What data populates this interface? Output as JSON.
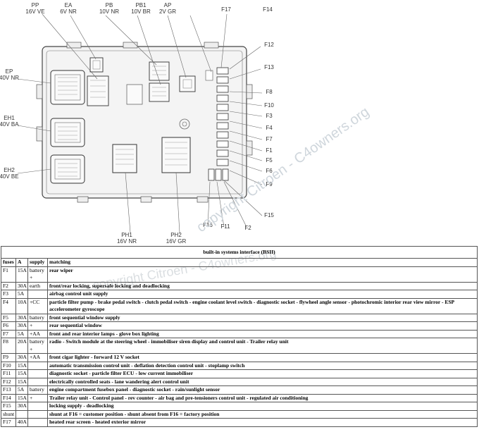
{
  "connectors": [
    {
      "id": "PP",
      "sub": "16V VE"
    },
    {
      "id": "EA",
      "sub": "6V NR"
    },
    {
      "id": "PB",
      "sub": "10V NR"
    },
    {
      "id": "PB1",
      "sub": "10V BR"
    },
    {
      "id": "AP",
      "sub": "2V GR"
    },
    {
      "id": "EP",
      "sub": "40V NR"
    },
    {
      "id": "EH1",
      "sub": "40V BA"
    },
    {
      "id": "EH2",
      "sub": "40V BE"
    },
    {
      "id": "PH1",
      "sub": "16V NR"
    },
    {
      "id": "PH2",
      "sub": "16V GR"
    }
  ],
  "fuse_labels": [
    "F17",
    "F14",
    "F12",
    "F13",
    "F8",
    "F10",
    "F3",
    "F4",
    "F7",
    "F1",
    "F5",
    "F6",
    "F9",
    "F15",
    "F2",
    "F11",
    "F16"
  ],
  "watermark": "copyright Citroen - C4owners.org",
  "table": {
    "title": "built-in systems interface (BSII)",
    "headers": [
      "fuses",
      "A",
      "supply",
      "matching"
    ],
    "rows": [
      [
        "F1",
        "15A",
        "battery +",
        "rear wiper"
      ],
      [
        "F2",
        "30A",
        "earth",
        "front/rear locking, supersafe locking and deadlocking"
      ],
      [
        "F3",
        "5A",
        "",
        "airbag control unit supply"
      ],
      [
        "F4",
        "10A",
        "+CC",
        "particle filter pump - brake pedal switch - clutch pedal switch - engine coolant level switch - diagnostic socket - flywheel angle sensor - photochromic interior rear view mirror - ESP accelerometer gyroscope"
      ],
      [
        "F5",
        "30A",
        "battery",
        "front sequential window supply"
      ],
      [
        "F6",
        "30A",
        "+",
        "rear sequential window"
      ],
      [
        "F7",
        "5A",
        "+AA",
        "front and rear interior lamps - glove box lighting"
      ],
      [
        "F8",
        "20A",
        "battery +",
        "radio - Switch module at the steering wheel - immobiliser siren display and control unit - Trailer relay unit"
      ],
      [
        "F9",
        "30A",
        "+AA",
        "front cigar lighter - forward 12 V socket"
      ],
      [
        "F10",
        "15A",
        "",
        "automatic transmission control unit - deflation detection control unit - stoplamp switch"
      ],
      [
        "F11",
        "15A",
        "",
        "diagnostic socket - particle filter ECU - low current immobiliser"
      ],
      [
        "F12",
        "15A",
        "",
        "electrically controlled seats - lane wandering alert control unit"
      ],
      [
        "F13",
        "5A",
        "battery",
        "engine compartment fusebox panel - diagnostic socket - rain/sunlight sensor"
      ],
      [
        "F14",
        "15A",
        "+",
        "Trailer relay unit - Control panel - rev counter - air bag and pre-tensioners control unit - regulated air conditioning"
      ],
      [
        "F15",
        "30A",
        "",
        "locking supply - deadlocking"
      ],
      [
        "shunt",
        "",
        "",
        "shunt at F16 = customer position - shunt absent from F16 = factory position"
      ],
      [
        "F17",
        "40A",
        "",
        "heated rear screen - heated exterior mirror"
      ]
    ]
  }
}
